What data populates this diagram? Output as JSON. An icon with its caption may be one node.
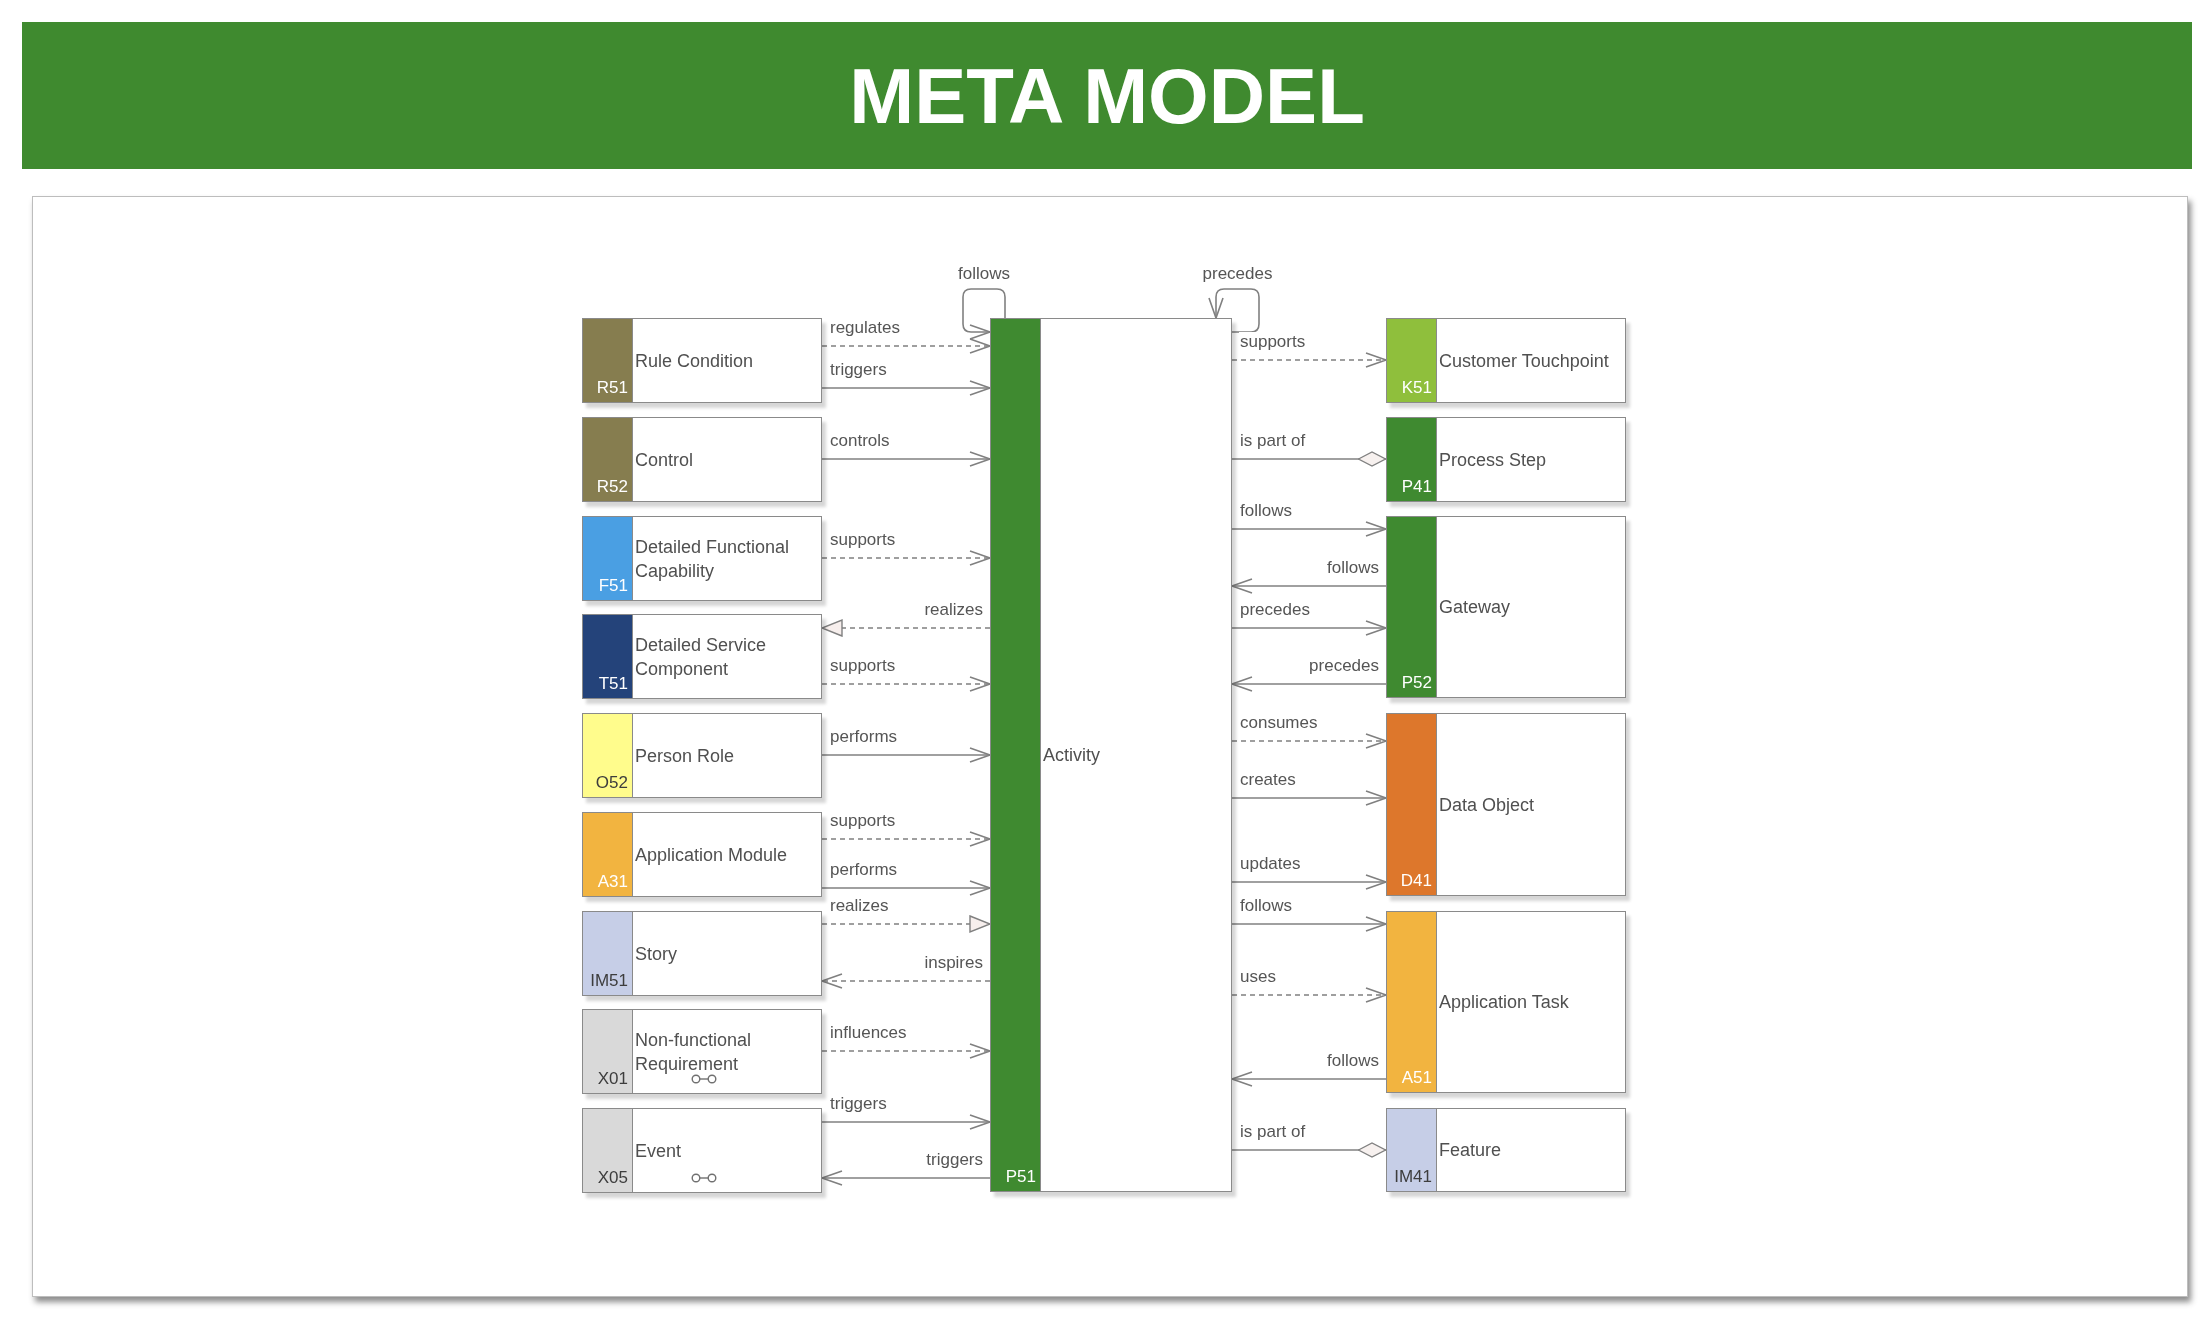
{
  "diagram": {
    "title": "META MODEL",
    "nodes": [
      {
        "text": [
          "Rule Condition",
          "R51"
        ]
      },
      {
        "text": [
          "Control",
          "R52"
        ]
      },
      {
        "text": [
          "Detailed Functional Capability",
          "F51"
        ]
      },
      {
        "text": [
          "Detailed Service Component",
          "T51"
        ]
      },
      {
        "text": [
          "Person Role",
          "O52"
        ]
      },
      {
        "text": [
          "Application Module",
          "A31"
        ]
      },
      {
        "text": [
          "Story",
          "IM51"
        ]
      },
      {
        "text": [
          "Non-functional Requirement",
          "X01"
        ]
      },
      {
        "text": [
          "Event",
          "X05"
        ]
      },
      {
        "text": [
          "Activity",
          "P51"
        ]
      },
      {
        "text": [
          "Customer Touchpoint",
          "K51"
        ]
      },
      {
        "text": [
          "Process Step",
          "P41"
        ]
      },
      {
        "text": [
          "Gateway",
          "P52"
        ]
      },
      {
        "text": [
          "Data Object",
          "D41"
        ]
      },
      {
        "text": [
          "Application Task",
          "A51"
        ]
      },
      {
        "text": [
          "Feature",
          "IM41"
        ]
      }
    ],
    "edges": [
      {
        "from": 0,
        "to": 9,
        "arrow": "to",
        "label": "regulates",
        "style": "dashed"
      },
      {
        "from": 0,
        "to": 9,
        "arrow": "to",
        "label": "triggers"
      },
      {
        "from": 1,
        "to": 9,
        "arrow": "to",
        "label": "controls"
      },
      {
        "from": 2,
        "to": 9,
        "arrow": "to",
        "label": "supports",
        "style": "dashed"
      },
      {
        "from": 9,
        "to": 3,
        "arrow": "to",
        "label": "realizes",
        "style": "dashed"
      },
      {
        "from": 3,
        "to": 9,
        "arrow": "to",
        "label": "supports",
        "style": "dashed"
      },
      {
        "from": 4,
        "to": 9,
        "arrow": "to",
        "label": "performs"
      },
      {
        "from": 5,
        "to": 9,
        "arrow": "to",
        "label": "supports",
        "style": "dashed"
      },
      {
        "from": 5,
        "to": 9,
        "arrow": "to",
        "label": "performs"
      },
      {
        "from": 6,
        "to": 9,
        "arrow": "to",
        "label": "realizes",
        "style": "dashed"
      },
      {
        "from": 9,
        "to": 6,
        "arrow": "to",
        "label": "inspires",
        "style": "dashed"
      },
      {
        "from": 7,
        "to": 9,
        "arrow": "to",
        "label": "influences",
        "style": "dashed"
      },
      {
        "from": 8,
        "to": 9,
        "arrow": "to",
        "label": "triggers"
      },
      {
        "from": 9,
        "to": 8,
        "arrow": "to",
        "label": "triggers"
      },
      {
        "from": 9,
        "to": 9,
        "arrow": "to",
        "label": "follows"
      },
      {
        "from": 9,
        "to": 9,
        "arrow": "to",
        "label": "precedes"
      },
      {
        "from": 9,
        "to": 10,
        "arrow": "to",
        "label": "supports",
        "style": "dashed"
      },
      {
        "from": 9,
        "to": 11,
        "arrow": "other",
        "label": "is part of"
      },
      {
        "from": 9,
        "to": 12,
        "arrow": "to",
        "label": "follows"
      },
      {
        "from": 12,
        "to": 9,
        "arrow": "to",
        "label": "follows"
      },
      {
        "from": 9,
        "to": 12,
        "arrow": "to",
        "label": "precedes"
      },
      {
        "from": 12,
        "to": 9,
        "arrow": "to",
        "label": "precedes"
      },
      {
        "from": 9,
        "to": 13,
        "arrow": "to",
        "label": "consumes",
        "style": "dashed"
      },
      {
        "from": 9,
        "to": 13,
        "arrow": "to",
        "label": "creates"
      },
      {
        "from": 9,
        "to": 13,
        "arrow": "to",
        "label": "updates"
      },
      {
        "from": 9,
        "to": 14,
        "arrow": "to",
        "label": "follows"
      },
      {
        "from": 9,
        "to": 14,
        "arrow": "to",
        "label": "uses",
        "style": "dashed"
      },
      {
        "from": 14,
        "to": 9,
        "arrow": "to",
        "label": "follows"
      },
      {
        "from": 9,
        "to": 15,
        "arrow": "other",
        "label": "is part of"
      }
    ]
  }
}
